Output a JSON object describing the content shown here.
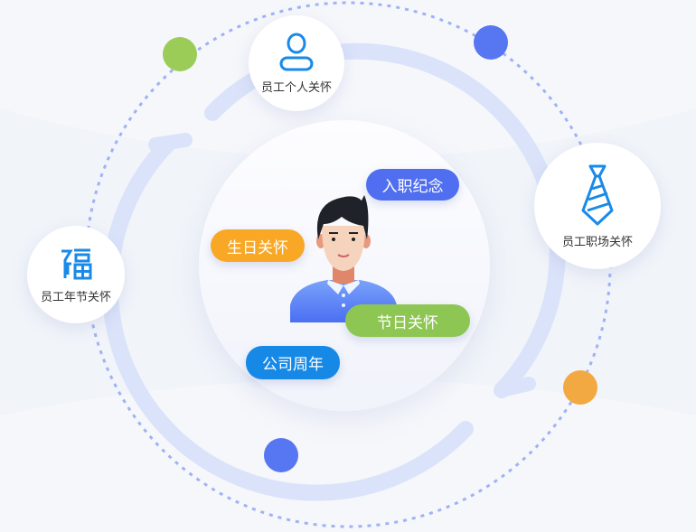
{
  "nodes": {
    "personal": "员工个人关怀",
    "workplace": "员工职场关怀",
    "festival": "员工年节关怀"
  },
  "tags": {
    "onboarding": "入职纪念",
    "birthday": "生日关怀",
    "holiday": "节日关怀",
    "anniversary": "公司周年"
  },
  "colors": {
    "blue_tag": "#4f6ef0",
    "orange_tag": "#f9a826",
    "green_tag": "#8ec653",
    "sky_tag": "#1689e6",
    "icon_blue": "#1a8ae8",
    "dot_green": "#9ccc58",
    "dot_blue": "#5676f2",
    "dot_orange": "#f2a942"
  }
}
